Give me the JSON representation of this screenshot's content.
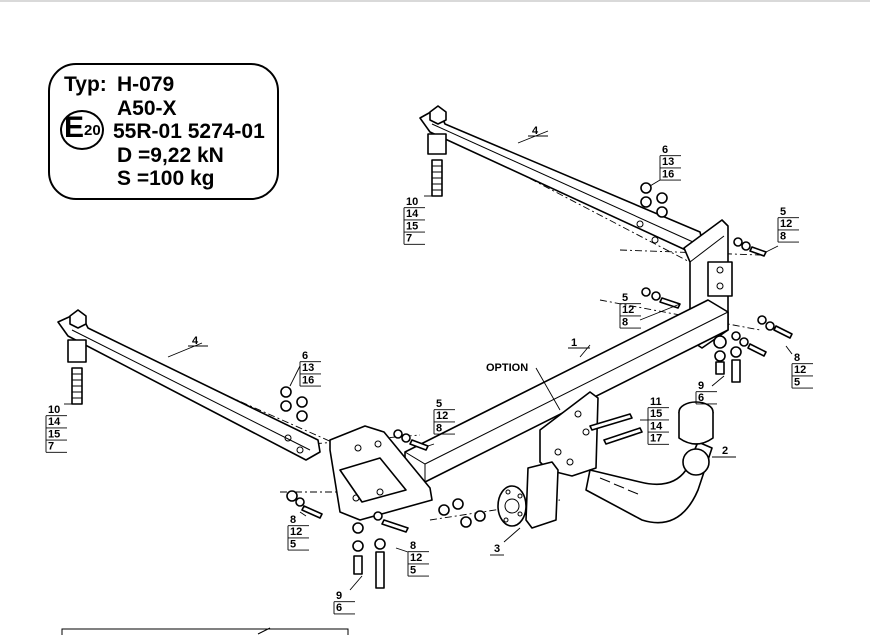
{
  "spec": {
    "typ_label": "Typ:",
    "typ_value": "H-079",
    "class": "A50-X",
    "approval_mark": "E",
    "approval_country": "20",
    "approval_numbers": "55R-01 5274-01",
    "d_value": "D =9,22 kN",
    "s_value": "S =100 kg"
  },
  "option_label": "OPTION",
  "callouts": [
    {
      "id": "part-1",
      "text": "1"
    },
    {
      "id": "part-2",
      "text": "2"
    },
    {
      "id": "part-3",
      "text": "3"
    },
    {
      "id": "part-4-right",
      "text": "4"
    },
    {
      "id": "part-4-left",
      "text": "4"
    }
  ],
  "stacks": [
    {
      "id": "stack-top-left",
      "items": [
        "10",
        "14",
        "15",
        "7"
      ]
    },
    {
      "id": "stack-top-right",
      "items": [
        "6",
        "13",
        "16"
      ]
    },
    {
      "id": "stack-top-far-right",
      "items": [
        "5",
        "12",
        "8"
      ]
    },
    {
      "id": "stack-mid-right",
      "items": [
        "5",
        "12",
        "8"
      ]
    },
    {
      "id": "stack-far-right",
      "items": [
        "8",
        "12",
        "5"
      ]
    },
    {
      "id": "stack-right-bottom",
      "items": [
        "9",
        "6"
      ]
    },
    {
      "id": "stack-left-bolt",
      "items": [
        "10",
        "14",
        "15",
        "7"
      ]
    },
    {
      "id": "stack-left-nut",
      "items": [
        "6",
        "13",
        "16"
      ]
    },
    {
      "id": "stack-center-left",
      "items": [
        "5",
        "12",
        "8"
      ]
    },
    {
      "id": "stack-option-bolts",
      "items": [
        "11",
        "15",
        "14",
        "17"
      ]
    },
    {
      "id": "stack-bottom-left",
      "items": [
        "8",
        "12",
        "5"
      ]
    },
    {
      "id": "stack-bottom-mid",
      "items": [
        "8",
        "12",
        "5"
      ]
    },
    {
      "id": "stack-bottom-nut",
      "items": [
        "9",
        "6"
      ]
    }
  ]
}
